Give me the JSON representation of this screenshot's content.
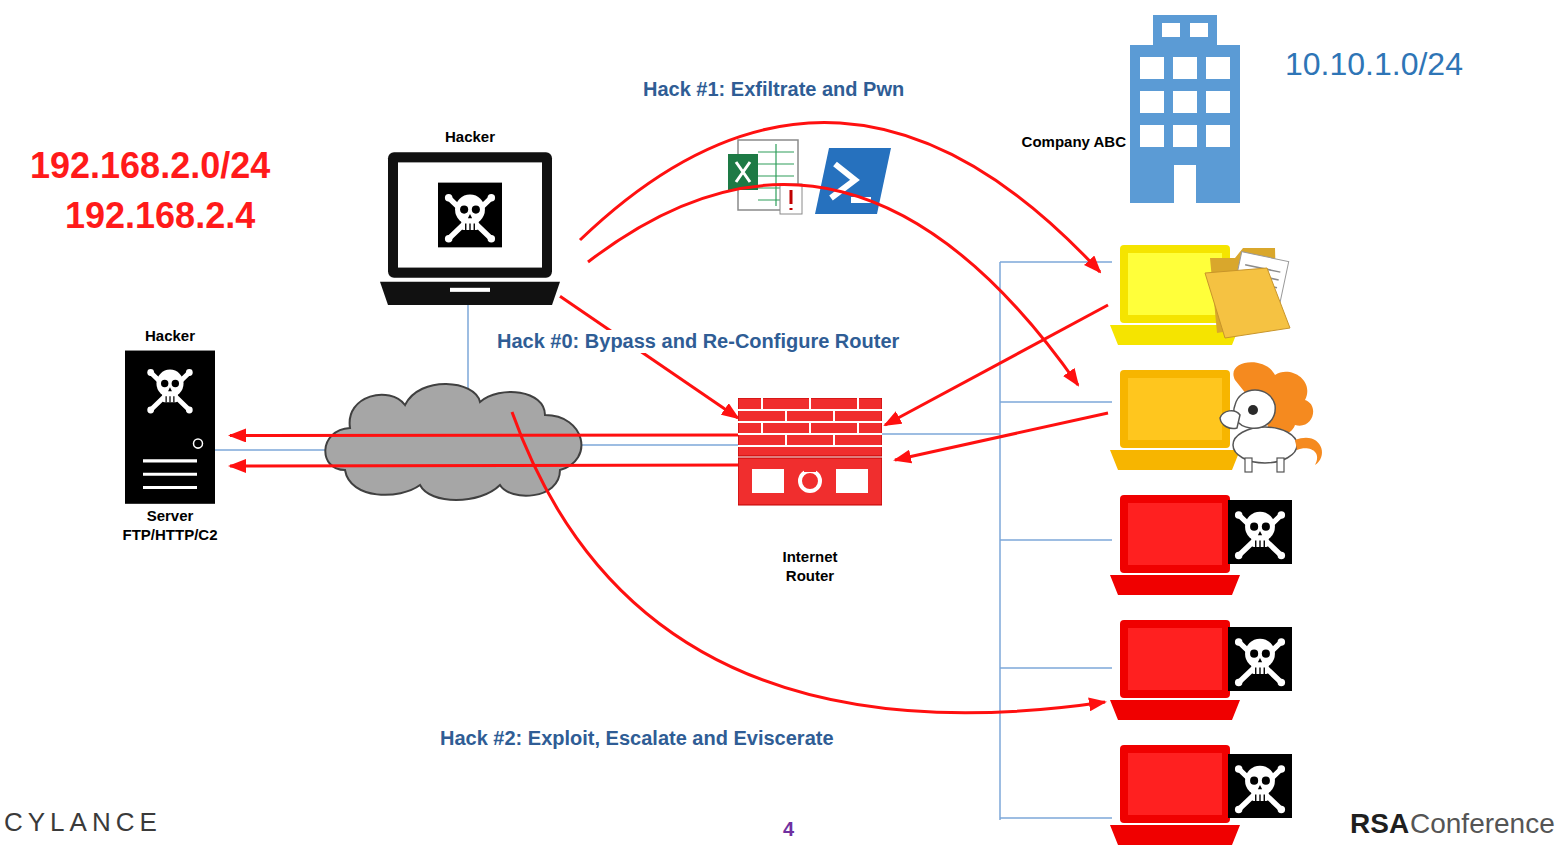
{
  "diagram": {
    "nodes": [
      {
        "text": [
          "Hacker"
        ]
      },
      {
        "text": [
          "Hacker",
          "Server FTP/HTTP/C2"
        ]
      },
      {
        "text": [
          "Internet Router"
        ]
      },
      {
        "text": [
          "Company ABC"
        ]
      }
    ],
    "edges": [
      {
        "from": 0,
        "to": 2,
        "arrow": "to"
      },
      {
        "from": 2,
        "to": 1,
        "arrow": "to"
      },
      {
        "from": 2,
        "to": 1,
        "arrow": "to"
      }
    ],
    "labels": [
      "192.168.2.0/24",
      "192.168.2.4",
      "Hack #1: Exfiltrate and Pwn",
      "Hack #0: Bypass and Re-Configure Router",
      "Hack #2: Exploit, Escalate and Eviscerate",
      "10.10.1.0/24",
      "CYLANCE",
      "4",
      "RSA",
      "Conference"
    ]
  }
}
